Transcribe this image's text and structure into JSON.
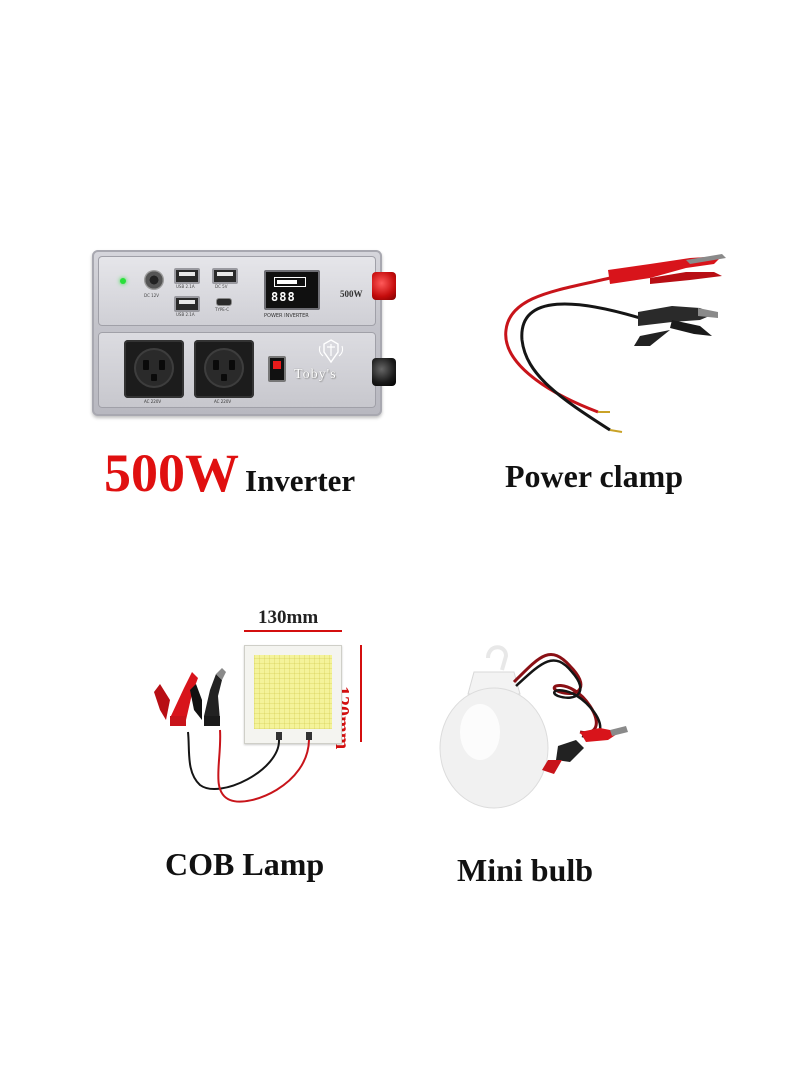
{
  "captions": {
    "inverter_power": "500W",
    "inverter_word": "Inverter",
    "power_clamp": "Power clamp",
    "cob_lamp": "COB Lamp",
    "mini_bulb": "Mini bulb"
  },
  "dimensions": {
    "width": "130mm",
    "height": "120mm"
  },
  "inverter_panel": {
    "brand": "Toby's",
    "wattage_label": "500W",
    "display_reading": "888",
    "panel_label": "POWER INVERTER",
    "dc_label": "DC 12V",
    "usb_label_1": "USB 2.1A",
    "usb_label_2": "USB 2.1A",
    "usb_label_3": "DC 5V",
    "usbc_label": "TYPE-C",
    "ac_label_1": "AC 220V",
    "ac_label_2": "AC 220V"
  },
  "colors": {
    "accent_red": "#e01010",
    "caption_black": "#111111",
    "wire_red": "#c8141a",
    "wire_black": "#151515"
  }
}
